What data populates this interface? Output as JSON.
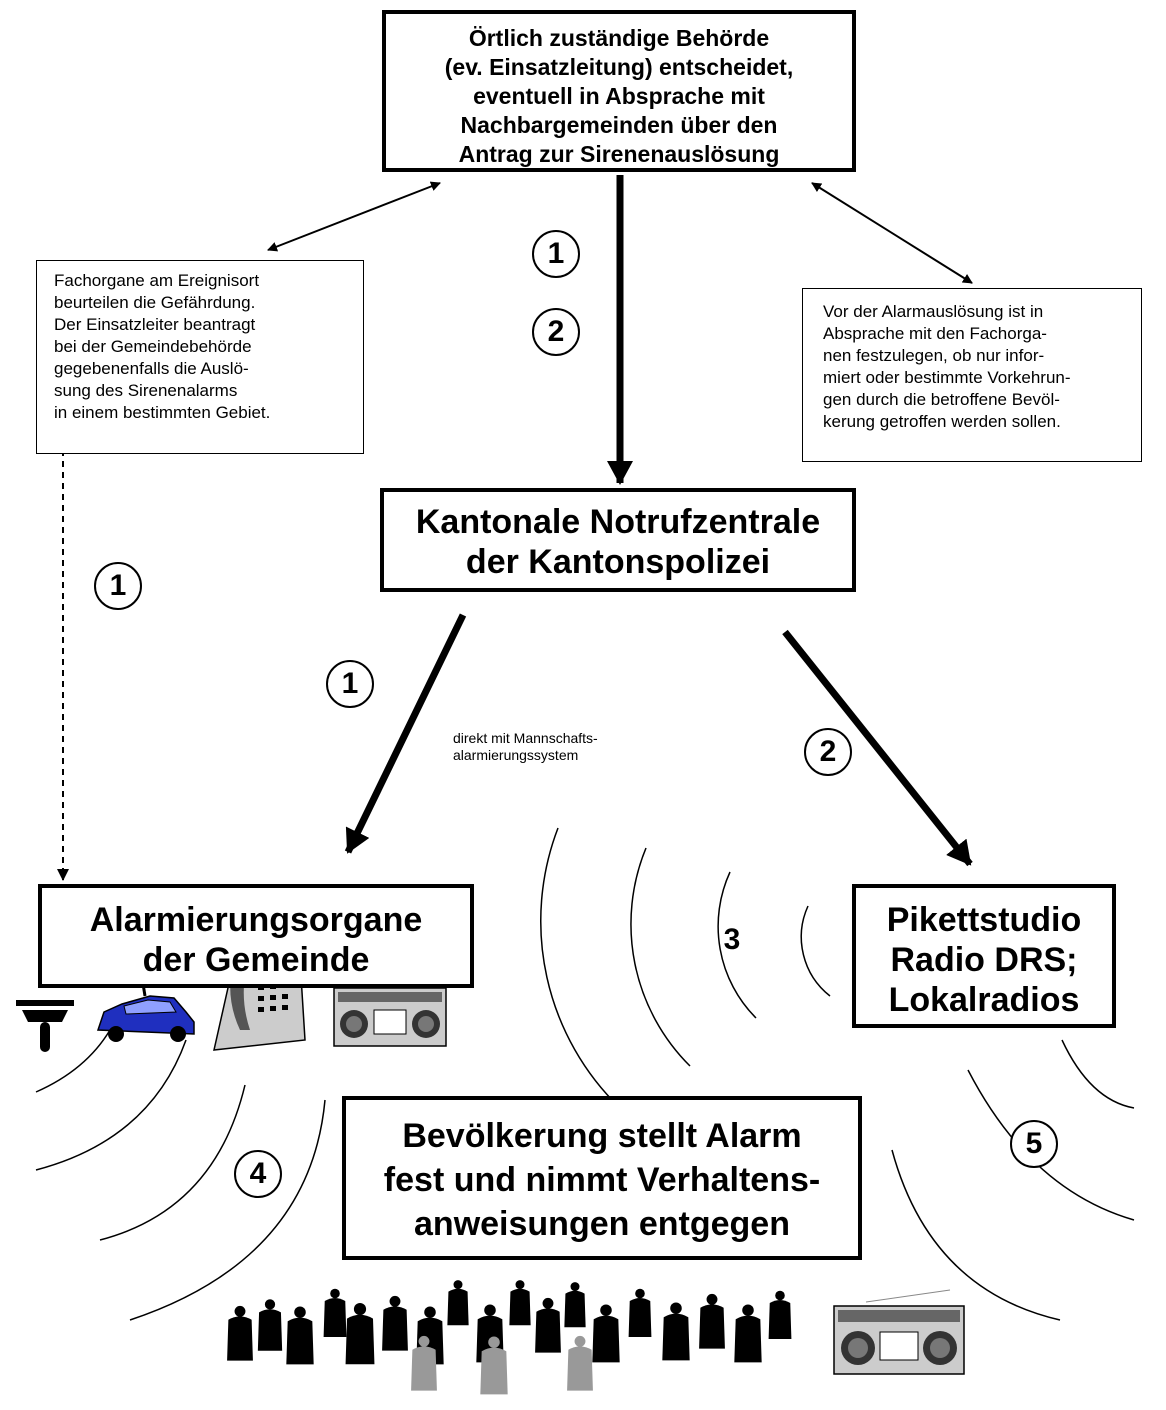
{
  "diagram": {
    "authority_box": {
      "lines": [
        "Örtlich zuständige Behörde",
        "(ev. Einsatzleitung) entscheidet,",
        "eventuell in Absprache mit",
        "Nachbargemeinden über den",
        "Antrag zur Sirenenauslösung"
      ]
    },
    "field_box": {
      "lines": [
        "Fachorgane am Ereignisort",
        "beurteilen die Gefährdung.",
        "Der Einsatzleiter beantragt",
        "bei der Gemeindebehörde",
        "gegebenenfalls die Auslö-",
        "sung des Sirenenalarms",
        "in einem bestimmten Gebiet."
      ]
    },
    "prior_box": {
      "lines": [
        "Vor der Alarmauslösung ist in",
        "Absprache mit den Fachorga-",
        "nen festzulegen, ob nur infor-",
        "miert oder bestimmte Vorkehrun-",
        "gen durch die betroffene Bevöl-",
        "kerung getroffen werden sollen."
      ]
    },
    "dispatch_box": {
      "lines": [
        "Kantonale Notrufzentrale",
        "der Kantonspolizei"
      ]
    },
    "municipal_box": {
      "lines": [
        "Alarmierungsorgane",
        "der Gemeinde"
      ]
    },
    "radio_box": {
      "lines": [
        "Pikettstudio",
        "Radio DRS;",
        "Lokalradios"
      ]
    },
    "population_box": {
      "lines": [
        "Bevölkerung stellt Alarm",
        "fest und nimmt Verhaltens-",
        "anweisungen entgegen"
      ]
    },
    "note_direct": {
      "lines": [
        "direkt mit Mannschafts-",
        "alarmierungssystem"
      ]
    },
    "step_numbers": {
      "top_1": "1",
      "top_2": "2",
      "left_1": "1",
      "mid_1": "1",
      "right_2": "2",
      "waves_3": "3",
      "waves_4": "4",
      "waves_5": "5"
    },
    "icons": [
      "siren-icon",
      "police-car-icon",
      "telephone-icon",
      "radio-cassette-icon",
      "crowd-icon"
    ],
    "colors": {
      "line": "#000000",
      "box_fill": "#ffffff",
      "car": "#1f2fbf",
      "crowd_grey": "#999999"
    }
  }
}
